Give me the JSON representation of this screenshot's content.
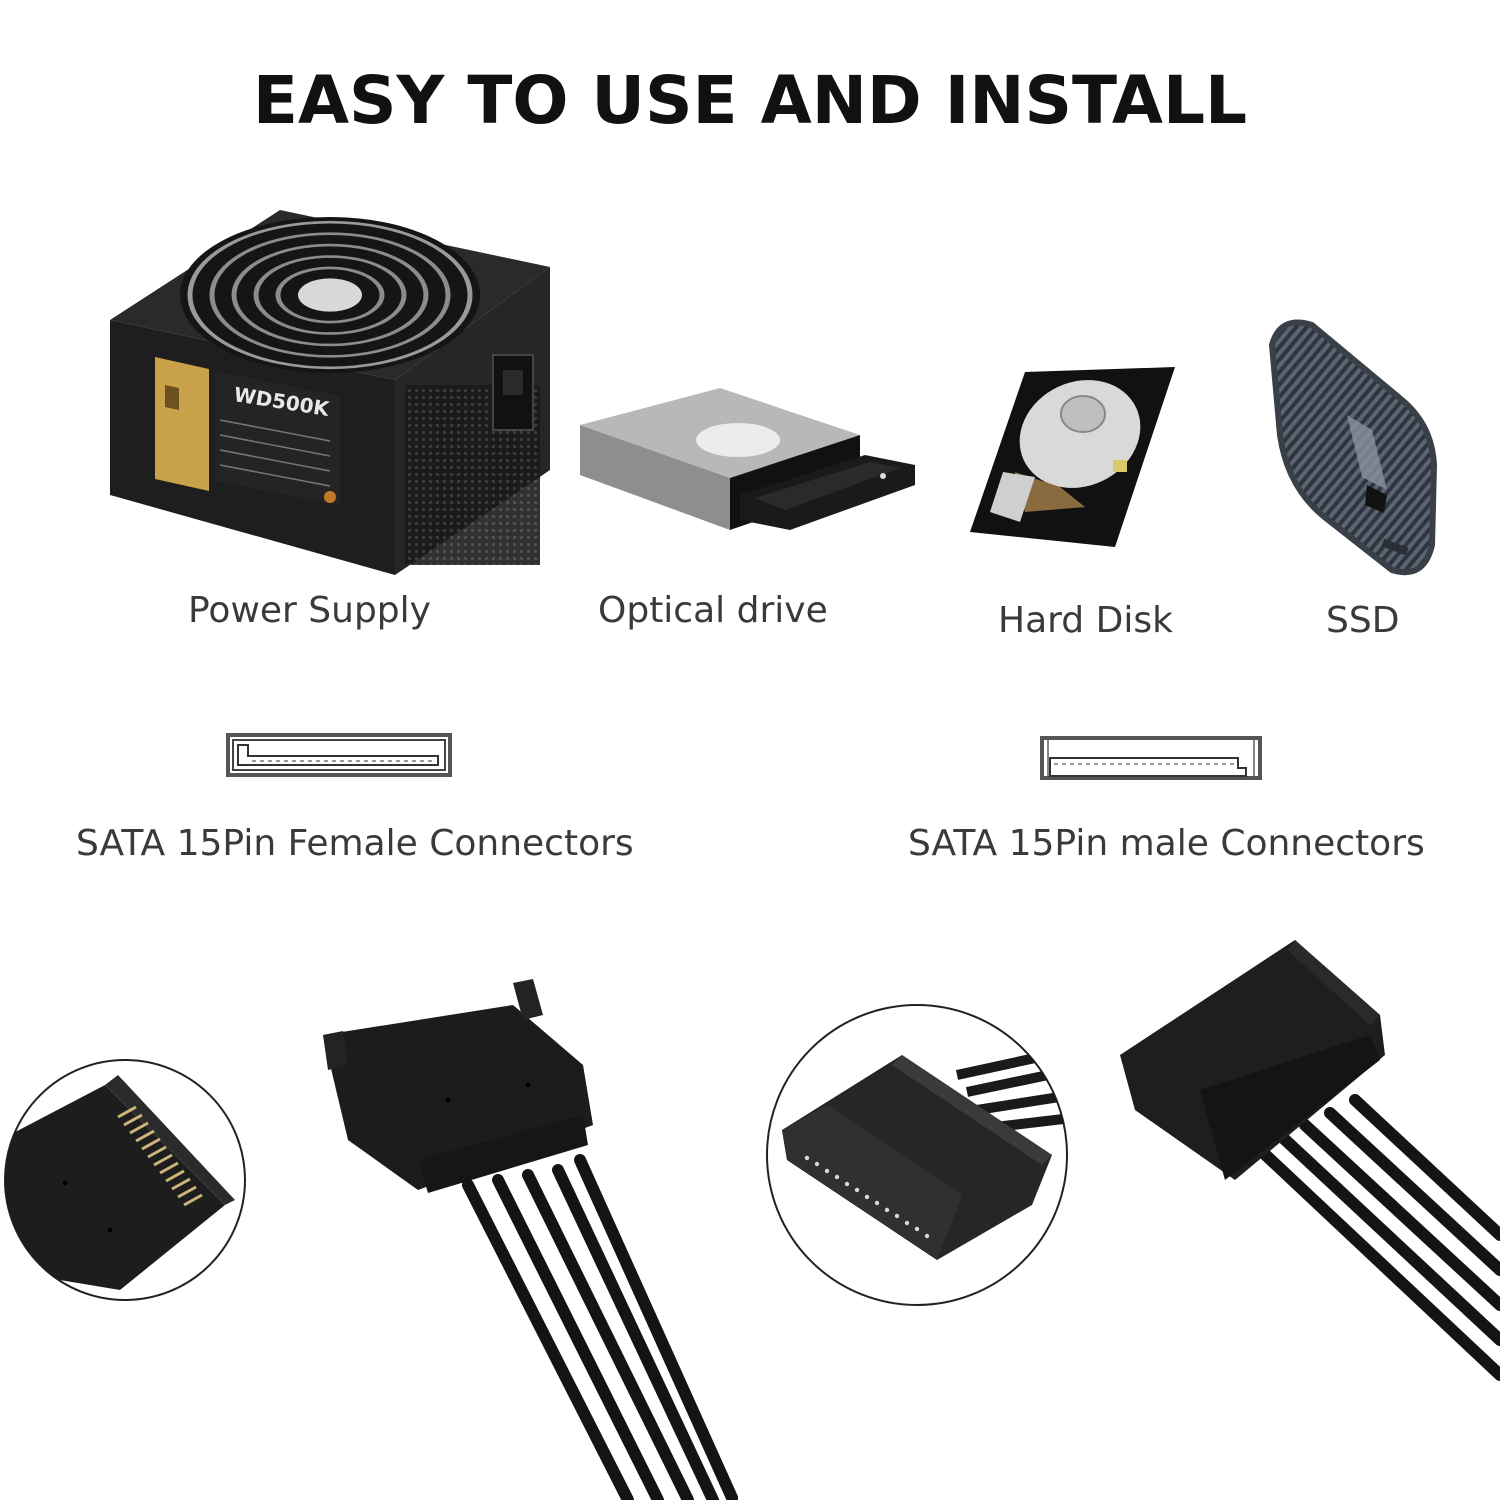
{
  "header": {
    "title": "EASY TO USE AND INSTALL"
  },
  "devices": [
    {
      "label": "Power Supply",
      "icon": "power-supply-unit",
      "model_text": "WD500K"
    },
    {
      "label": "Optical drive",
      "icon": "optical-drive"
    },
    {
      "label": "Hard Disk",
      "icon": "hard-disk-drive"
    },
    {
      "label": "SSD",
      "icon": "portable-ssd"
    }
  ],
  "connectors": [
    {
      "label": "SATA 15Pin Female Connectors",
      "icon": "sata-female-port-outline"
    },
    {
      "label": "SATA 15Pin male Connectors",
      "icon": "sata-male-port-outline"
    }
  ],
  "cable_photos": [
    {
      "name": "female-connector-closeup",
      "type": "circle-inset"
    },
    {
      "name": "female-connector-cable",
      "wires": 5
    },
    {
      "name": "male-connector-closeup",
      "type": "circle-inset"
    },
    {
      "name": "male-connector-cable",
      "wires": 5
    }
  ],
  "colors": {
    "background": "#ffffff",
    "title": "#111111",
    "label": "#3a3a3a",
    "connector_black": "#1c1c1c",
    "gold_label": "#c9a24a",
    "pin_gold": "#cdb67a"
  }
}
